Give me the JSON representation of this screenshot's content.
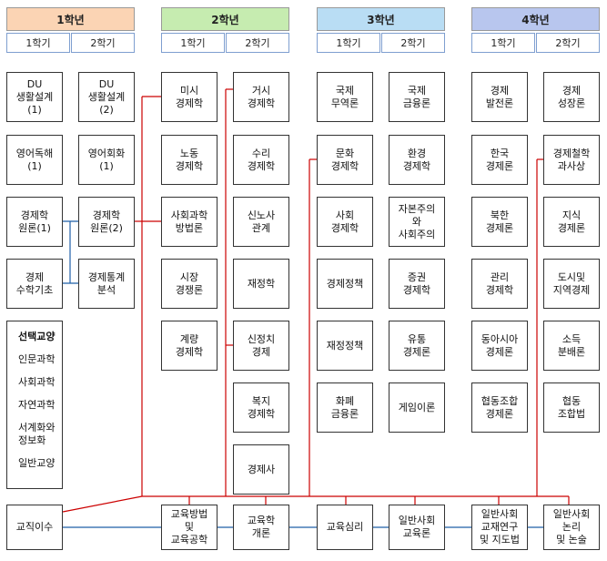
{
  "years": [
    {
      "label": "1학년",
      "semesters": [
        "1학기",
        "2학기"
      ],
      "bg": "#fbd4b4"
    },
    {
      "label": "2학년",
      "semesters": [
        "1학기",
        "2학기"
      ],
      "bg": "#c6ecb0"
    },
    {
      "label": "3학년",
      "semesters": [
        "1학기",
        "2학기"
      ],
      "bg": "#b9ddf4"
    },
    {
      "label": "4학년",
      "semesters": [
        "1학기",
        "2학기"
      ],
      "bg": "#b8c6ee"
    }
  ],
  "courses": {
    "y1s1": [
      "DU\n생활설계\n(1)",
      "영어독해\n(1)",
      "경제학\n원론(1)",
      "경제\n수학기초"
    ],
    "y1s2": [
      "DU\n생활설계\n(2)",
      "영어회화\n(1)",
      "경제학\n원론(2)",
      "경제통계\n분석"
    ],
    "y2s1": [
      "미시\n경제학",
      "노동\n경제학",
      "사회과학\n방법론",
      "시장\n경쟁론",
      "계량\n경제학"
    ],
    "y2s2": [
      "거시\n경제학",
      "수리\n경제학",
      "신노사\n관계",
      "재정학",
      "신정치\n경제",
      "복지\n경제학",
      "경제사"
    ],
    "y3s1": [
      "국제\n무역론",
      "문화\n경제학",
      "사회\n경제학",
      "경제정책",
      "재정정책",
      "화폐\n금융론"
    ],
    "y3s2": [
      "국제\n금융론",
      "환경\n경제학",
      "자본주의\n와\n사회주의",
      "증권\n경제학",
      "유통\n경제론",
      "게임이론"
    ],
    "y4s1": [
      "경제\n발전론",
      "한국\n경제론",
      "북한\n경제론",
      "관리\n경제학",
      "동아시아\n경제론",
      "협동조합\n경제론"
    ],
    "y4s2": [
      "경제\n성장론",
      "경제철학\n과사상",
      "지식\n경제론",
      "도시및\n지역경제",
      "소득\n분배론",
      "협동\n조합법"
    ]
  },
  "electives": {
    "title": "선택교양",
    "items": [
      "인문과학",
      "사회과학",
      "자연과학",
      "서계화와\n정보화",
      "일반교양"
    ]
  },
  "teaching": [
    "교직이수",
    "교육방법\n및\n교육공학",
    "교육학\n개론",
    "교육심리",
    "일반사회\n교육론",
    "일반사회\n교재연구\n및 지도법",
    "일반사회\n논리\n및 논술"
  ],
  "colors": {
    "red": "#cc0000",
    "blue": "#1f5fa8",
    "semester_border": "#7f9fd0"
  }
}
